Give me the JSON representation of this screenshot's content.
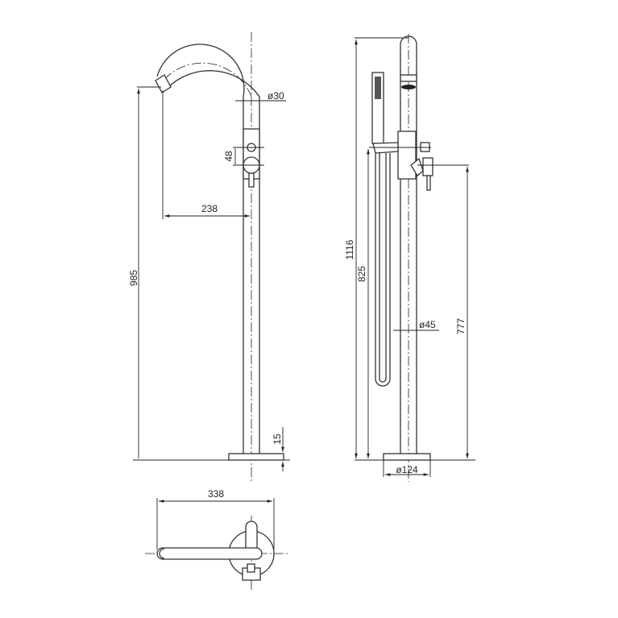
{
  "dimensions": {
    "spout_diameter": "ø30",
    "handle_spacing": "48",
    "spout_reach": "238",
    "spout_height": "985",
    "base_thickness": "15",
    "total_height": "1116",
    "holder_height": "825",
    "handle_height": "777",
    "column_diameter": "ø45",
    "base_diameter": "ø124",
    "top_view_length": "338"
  }
}
